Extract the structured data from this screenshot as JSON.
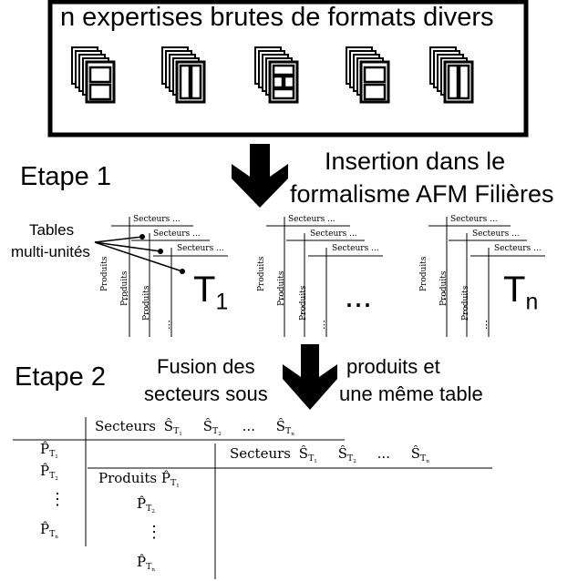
{
  "header": {
    "title": "n expertises brutes de formats divers"
  },
  "step1": {
    "label": "Etape 1",
    "description_line1": "Insertion dans le",
    "description_line2": "formalisme AFM Filières",
    "tables_label_line1": "Tables",
    "tables_label_line2": "multi-unités",
    "col_header": "Secteurs",
    "col_ellipsis": "...",
    "row_header": "Produits",
    "row_ellipsis": "...",
    "first_table_name": "T",
    "first_table_index": "1",
    "last_table_name": "T",
    "last_table_index": "n",
    "middle_ellipsis": "..."
  },
  "step2": {
    "label": "Etape 2",
    "left_line1": "Fusion des",
    "left_line2": "secteurs sous",
    "right_line1": "produits et",
    "right_line2": "une même table"
  },
  "merged_table": {
    "top_header": {
      "label": "Secteurs",
      "items": [
        {
          "sym": "Ŝ",
          "sub_main": "T",
          "sub_index": "1"
        },
        {
          "sym": "Ŝ",
          "sub_main": "T",
          "sub_index": "2"
        },
        {
          "sym": "Ŝ",
          "sub_main": "T",
          "sub_index": "n"
        }
      ],
      "ellipsis": "..."
    },
    "right_header": {
      "label": "Secteurs",
      "items": [
        {
          "sym": "Ŝ",
          "sub_main": "T",
          "sub_index": "1"
        },
        {
          "sym": "Ŝ",
          "sub_main": "T",
          "sub_index": "2"
        },
        {
          "sym": "Ŝ",
          "sub_main": "T",
          "sub_index": "n"
        }
      ],
      "ellipsis": "..."
    },
    "left_rows": [
      {
        "sym": "P̂",
        "sub_main": "T",
        "sub_index": "1"
      },
      {
        "sym": "P̂",
        "sub_main": "T",
        "sub_index": "2"
      },
      {
        "sym": "P̂",
        "sub_main": "T",
        "sub_index": "n"
      }
    ],
    "inner_rows": {
      "label": "Produits",
      "items": [
        {
          "sym": "P̂",
          "sub_main": "T",
          "sub_index": "1"
        },
        {
          "sym": "P̂",
          "sub_main": "T",
          "sub_index": "2"
        },
        {
          "sym": "P̂",
          "sub_main": "T",
          "sub_index": "n"
        }
      ]
    },
    "vertical_ellipsis": "⋮"
  }
}
